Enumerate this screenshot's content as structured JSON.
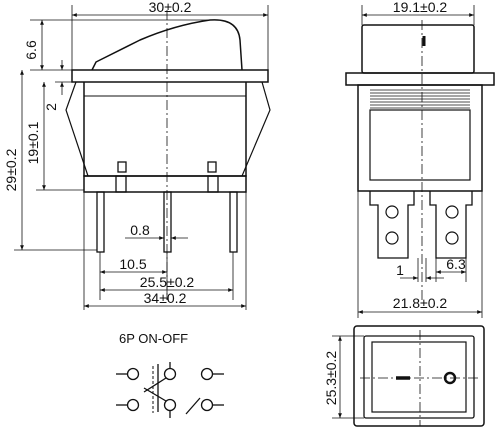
{
  "dimensions": {
    "front_width": "30±0.2",
    "top_cap_height": "6.6",
    "step_height": "2",
    "body_height": "19±0.1",
    "total_height": "29±0.2",
    "pin_thickness": "0.8",
    "pin_offset": "10.5",
    "pin_span": "25.5±0.2",
    "base_width": "34±0.2",
    "side_width_top": "19.1±0.2",
    "side_width_bottom": "21.8±0.2",
    "pin_gap": "1",
    "terminal_width": "6.3",
    "bottom_height": "25.3±0.2"
  },
  "schematic": {
    "title": "6P  ON-OFF"
  },
  "colors": {
    "line": "#111111",
    "background": "#ffffff"
  }
}
